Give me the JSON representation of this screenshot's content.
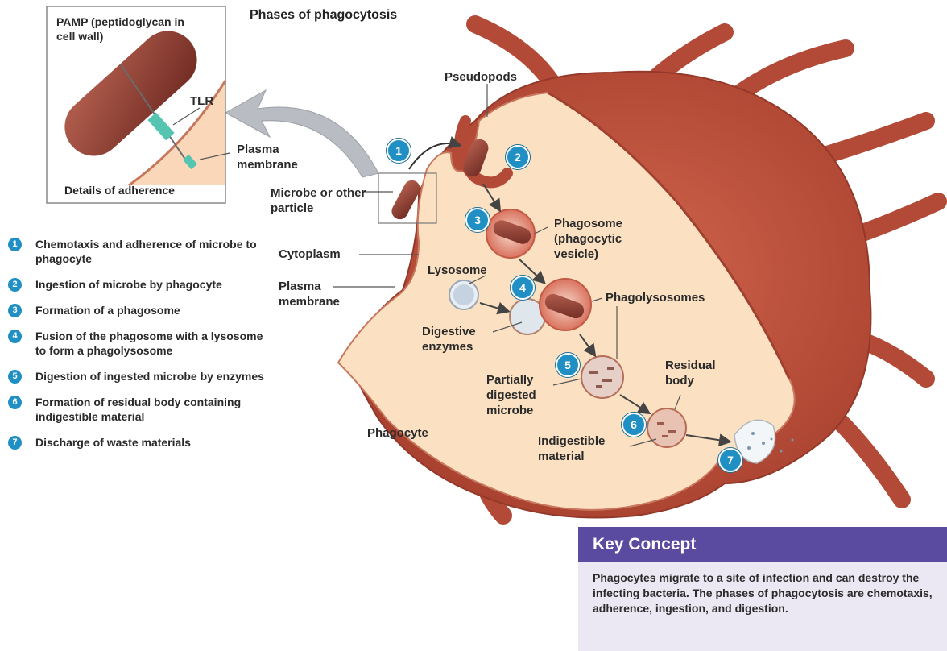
{
  "title": "Phases of phagocytosis",
  "inset": {
    "pamp_label": "PAMP (peptidoglycan in cell wall)",
    "tlr_label": "TLR",
    "plasma_label": "Plasma membrane",
    "caption": "Details of adherence"
  },
  "labels": {
    "pseudopods": "Pseudopods",
    "microbe": "Microbe or other particle",
    "cytoplasm": "Cytoplasm",
    "plasma_membrane": "Plasma membrane",
    "lysosome": "Lysosome",
    "digestive_enzymes": "Digestive enzymes",
    "phagosome": "Phagosome (phagocytic vesicle)",
    "phagolysosomes": "Phagolysosomes",
    "partially_digested": "Partially digested microbe",
    "residual_body": "Residual body",
    "indigestible": "Indigestible material",
    "phagocyte": "Phagocyte"
  },
  "badges": [
    "1",
    "2",
    "3",
    "4",
    "5",
    "6",
    "7"
  ],
  "steps": [
    {
      "num": "1",
      "text": "Chemotaxis and adherence of microbe to phagocyte"
    },
    {
      "num": "2",
      "text": "Ingestion of microbe by phagocyte"
    },
    {
      "num": "3",
      "text": "Formation of a phagosome"
    },
    {
      "num": "4",
      "text": "Fusion of the phagosome with a lysosome to form a phagolysosome"
    },
    {
      "num": "5",
      "text": "Digestion of ingested microbe by enzymes"
    },
    {
      "num": "6",
      "text": "Formation of residual body containing indigestible material"
    },
    {
      "num": "7",
      "text": "Discharge of waste materials"
    }
  ],
  "key_concept": {
    "heading": "Key Concept",
    "body": "Phagocytes migrate to a site of infection and can destroy the infecting bacteria. The phases of phagocytosis are chemotaxis, adherence, ingestion, and digestion."
  },
  "colors": {
    "cell_body": "#c0523e",
    "cytoplasm": "#fbe3c4",
    "microbe": "#8a3a30",
    "badge": "#1f8fc4",
    "key_header": "#5a4aa0",
    "key_bg": "#ece8f3"
  }
}
